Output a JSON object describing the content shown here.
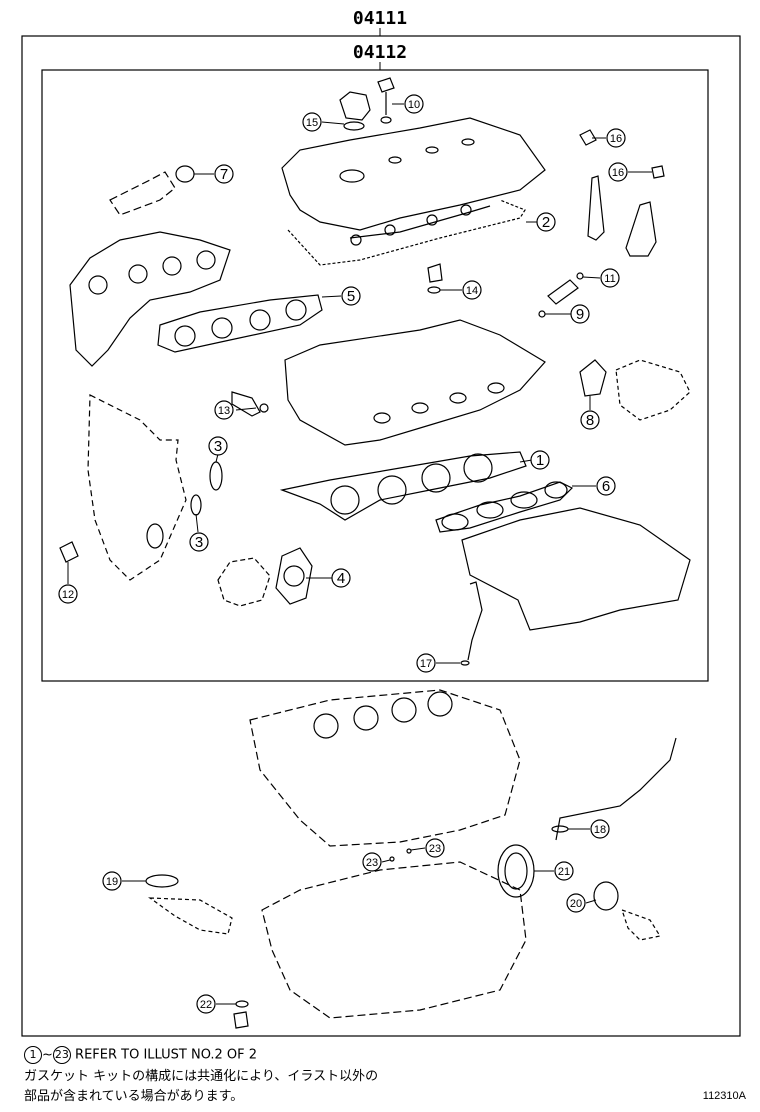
{
  "header": {
    "outer_part_number": "04111",
    "inner_part_number": "04112"
  },
  "callouts": [
    {
      "id": "c1",
      "label": "1"
    },
    {
      "id": "c2",
      "label": "2"
    },
    {
      "id": "c3a",
      "label": "3"
    },
    {
      "id": "c3b",
      "label": "3"
    },
    {
      "id": "c4",
      "label": "4"
    },
    {
      "id": "c5",
      "label": "5"
    },
    {
      "id": "c6",
      "label": "6"
    },
    {
      "id": "c7",
      "label": "7"
    },
    {
      "id": "c8",
      "label": "8"
    },
    {
      "id": "c9",
      "label": "9"
    },
    {
      "id": "c10",
      "label": "10"
    },
    {
      "id": "c11",
      "label": "11"
    },
    {
      "id": "c12",
      "label": "12"
    },
    {
      "id": "c13",
      "label": "13"
    },
    {
      "id": "c14",
      "label": "14"
    },
    {
      "id": "c15",
      "label": "15"
    },
    {
      "id": "c16a",
      "label": "16"
    },
    {
      "id": "c16b",
      "label": "16"
    },
    {
      "id": "c17",
      "label": "17"
    },
    {
      "id": "c18",
      "label": "18"
    },
    {
      "id": "c19",
      "label": "19"
    },
    {
      "id": "c20",
      "label": "20"
    },
    {
      "id": "c21",
      "label": "21"
    },
    {
      "id": "c22",
      "label": "22"
    },
    {
      "id": "c23a",
      "label": "23"
    },
    {
      "id": "c23b",
      "label": "23"
    }
  ],
  "footer": {
    "range_start": "1",
    "range_sep": "~",
    "range_end": "23",
    "refer_text": "REFER TO ILLUST NO.2 OF 2",
    "jp_line1": "ガスケット キットの構成には共通化により、イラスト以外の",
    "jp_line2": "部品が含まれている場合があります。",
    "illust_code": "112310A"
  }
}
